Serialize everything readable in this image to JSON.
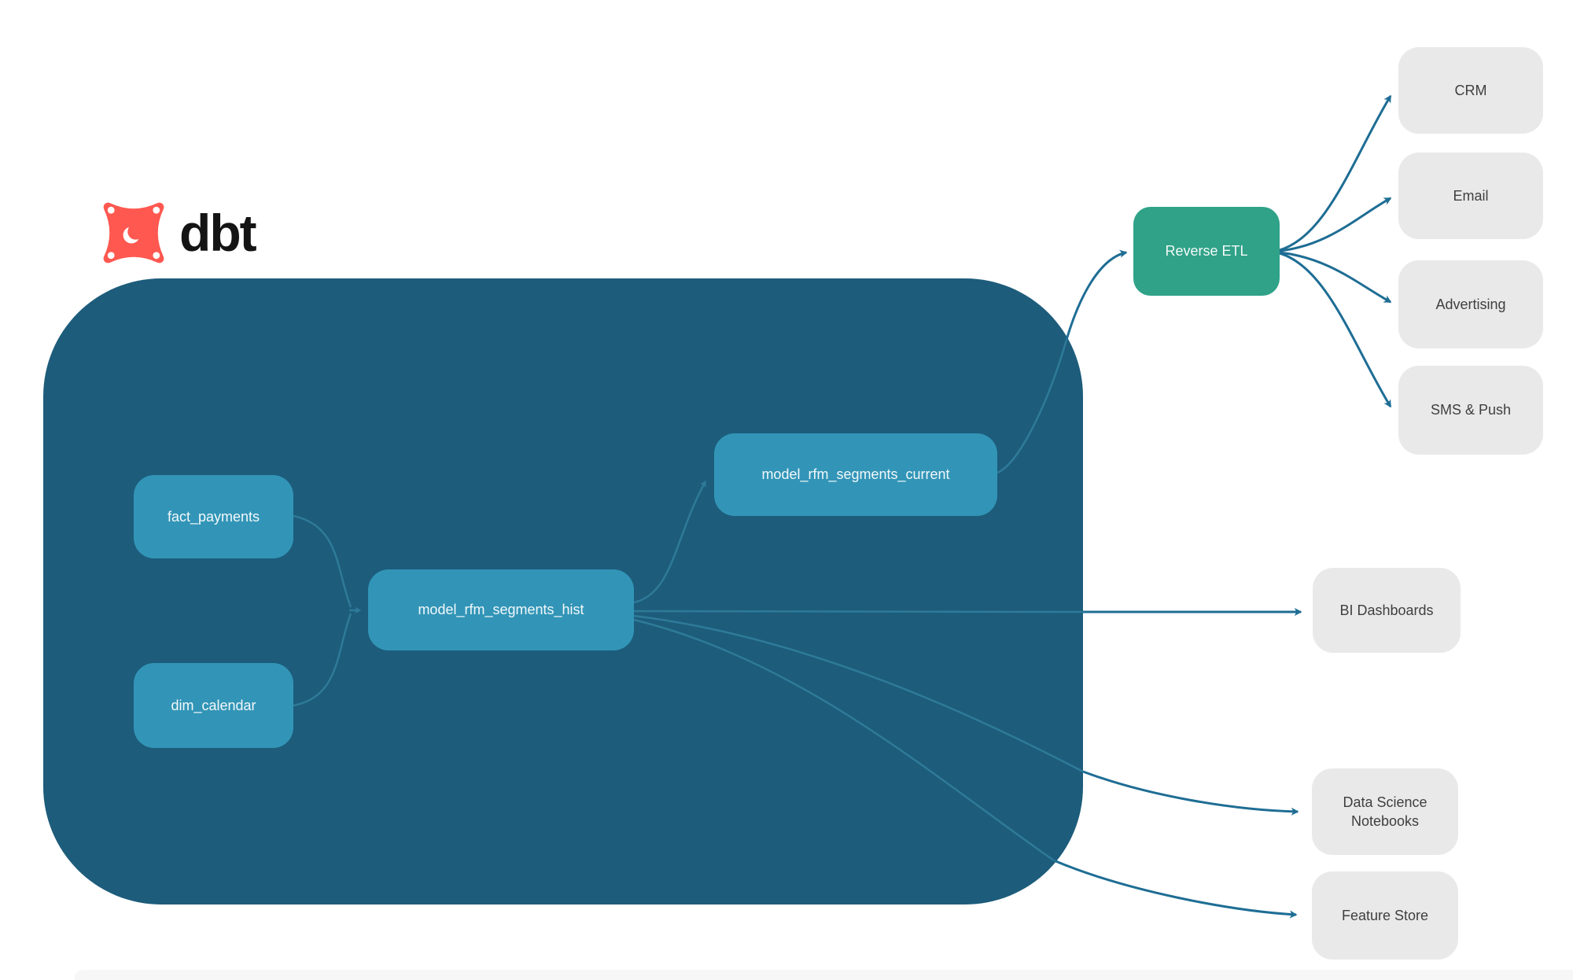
{
  "logo": {
    "brand": "dbt"
  },
  "nodes": {
    "fact_payments": "fact_payments",
    "dim_calendar": "dim_calendar",
    "hist": "model_rfm_segments_hist",
    "current": "model_rfm_segments_current",
    "reverse_etl": "Reverse ETL",
    "crm": "CRM",
    "email": "Email",
    "advertising": "Advertising",
    "sms_push": "SMS & Push",
    "bi_dashboards": "BI Dashboards",
    "data_science_notebooks": "Data Science Notebooks",
    "feature_store": "Feature Store"
  },
  "edges": [
    {
      "from": "fact_payments",
      "to": "model_rfm_segments_hist"
    },
    {
      "from": "dim_calendar",
      "to": "model_rfm_segments_hist"
    },
    {
      "from": "model_rfm_segments_hist",
      "to": "model_rfm_segments_current"
    },
    {
      "from": "model_rfm_segments_current",
      "to": "Reverse ETL"
    },
    {
      "from": "Reverse ETL",
      "to": "CRM"
    },
    {
      "from": "Reverse ETL",
      "to": "Email"
    },
    {
      "from": "Reverse ETL",
      "to": "Advertising"
    },
    {
      "from": "Reverse ETL",
      "to": "SMS & Push"
    },
    {
      "from": "model_rfm_segments_hist",
      "to": "BI Dashboards"
    },
    {
      "from": "model_rfm_segments_hist",
      "to": "Data Science Notebooks"
    },
    {
      "from": "model_rfm_segments_hist",
      "to": "Feature Store"
    }
  ],
  "theme": {
    "container": "#1d5c7b",
    "model_node": "#3295b7",
    "reverse_etl": "#2fa288",
    "destination": "#e9e9e9",
    "edge": "#1e6d94",
    "edge_inner": "#2f7a99",
    "logo_orange": "#ff5850",
    "text_dark": "#3f3f3f"
  }
}
